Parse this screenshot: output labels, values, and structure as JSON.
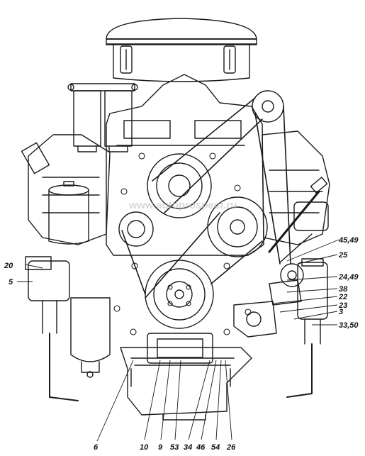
{
  "callouts_left": [
    "20",
    "5"
  ],
  "callouts_right": [
    "45,49",
    "25",
    "24,49",
    "38",
    "22",
    "23",
    "3",
    "33,50"
  ],
  "callouts_bottom": [
    "6",
    "10",
    "9",
    "53",
    "34",
    "46",
    "54",
    "26"
  ],
  "watermark": "www.autoprospect.ru"
}
